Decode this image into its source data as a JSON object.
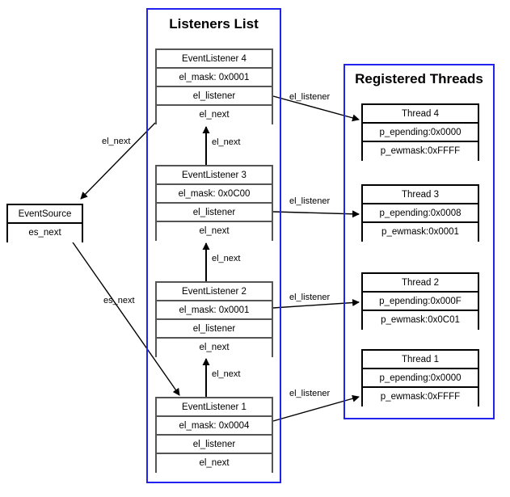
{
  "diagram": {
    "title": "EventSource / Listeners / Threads structure diagram",
    "colors": {
      "panel_border": "#2222ee",
      "box_border": "#555555",
      "box_border_heavy": "#000000",
      "edge": "#000000",
      "background": "#ffffff"
    }
  },
  "panels": [
    {
      "id": "listeners",
      "title": "Listeners List"
    },
    {
      "id": "threads",
      "title": "Registered Threads"
    }
  ],
  "event_source": {
    "name": "EventSource",
    "rows": [
      "EventSource",
      "es_next"
    ]
  },
  "listeners": [
    {
      "title": "EventListener 4",
      "mask": "el_mask: 0x0001",
      "listener": "el_listener",
      "next": "el_next"
    },
    {
      "title": "EventListener 3",
      "mask": "el_mask: 0x0C00",
      "listener": "el_listener",
      "next": "el_next"
    },
    {
      "title": "EventListener 2",
      "mask": "el_mask: 0x0001",
      "listener": "el_listener",
      "next": "el_next"
    },
    {
      "title": "EventListener 1",
      "mask": "el_mask: 0x0004",
      "listener": "el_listener",
      "next": "el_next"
    }
  ],
  "threads": [
    {
      "title": "Thread 4",
      "epending": "p_epending:0x0000",
      "ewmask": "p_ewmask:0xFFFF"
    },
    {
      "title": "Thread 3",
      "epending": "p_epending:0x0008",
      "ewmask": "p_ewmask:0x0001"
    },
    {
      "title": "Thread 2",
      "epending": "p_epending:0x000F",
      "ewmask": "p_ewmask:0x0C01"
    },
    {
      "title": "Thread 1",
      "epending": "p_epending:0x0000",
      "ewmask": "p_ewmask:0xFFFF"
    }
  ],
  "edge_labels": {
    "el4_to_source": "el_next",
    "source_to_el1": "es_next",
    "el3_to_el4": "el_next",
    "el2_to_el3": "el_next",
    "el1_to_el2": "el_next",
    "el4_to_thread4": "el_listener",
    "el3_to_thread3": "el_listener",
    "el2_to_thread2": "el_listener",
    "el1_to_thread1": "el_listener"
  }
}
